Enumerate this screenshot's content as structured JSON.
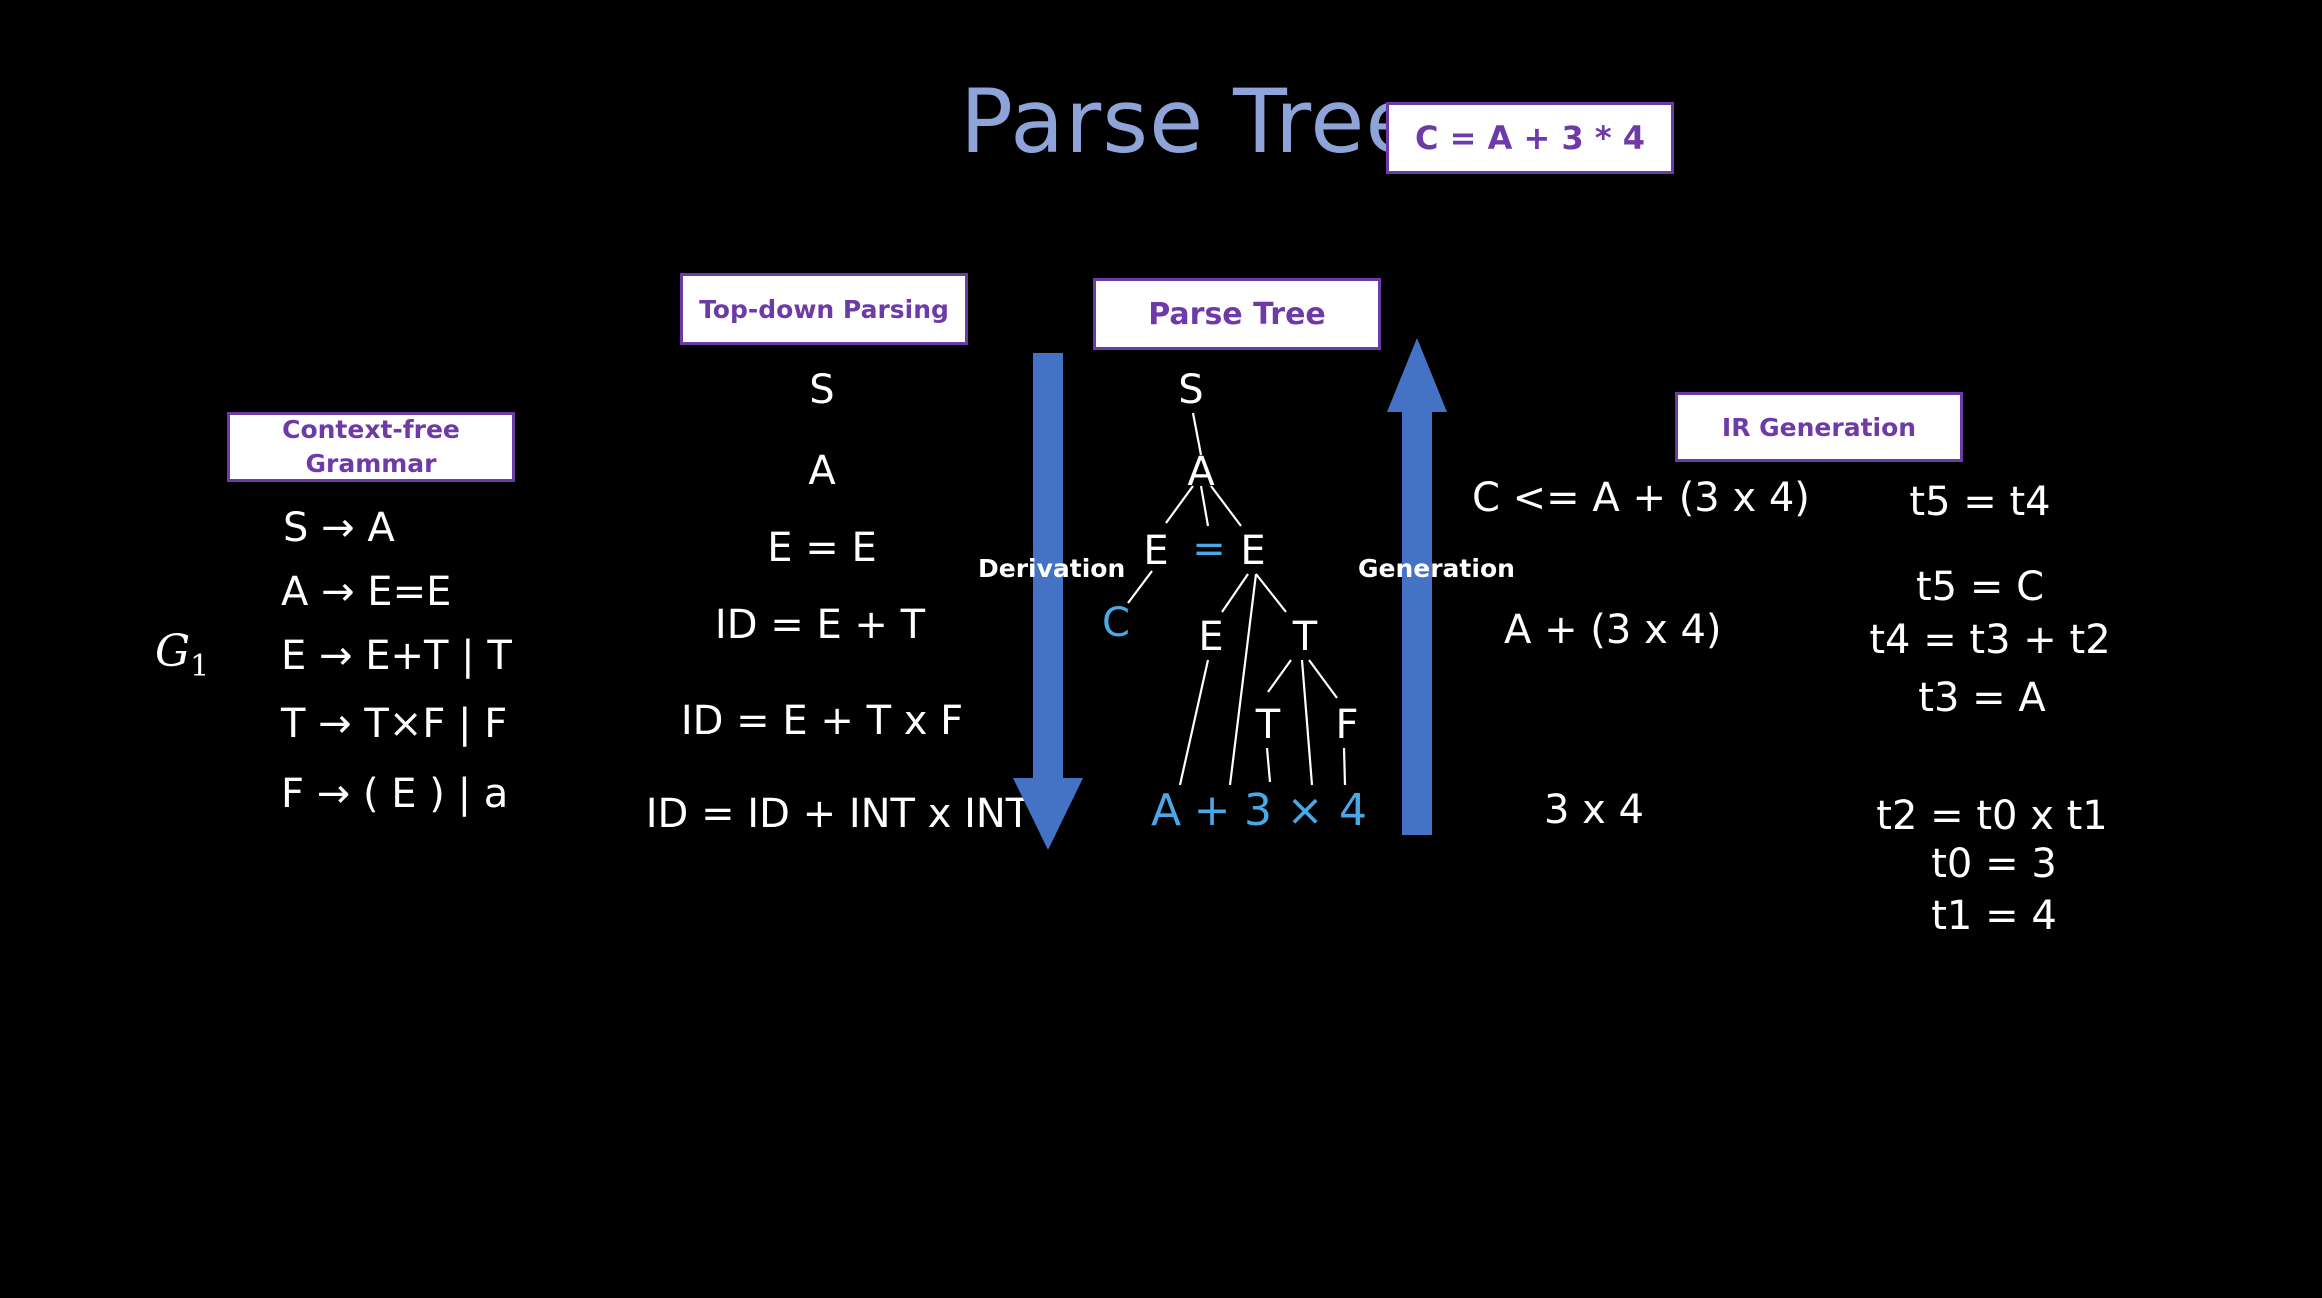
{
  "title": "Parse Tree",
  "expression_box": "C = A + 3 * 4",
  "boxes": {
    "cfg": "Context-free Grammar",
    "topdown": "Top-down Parsing",
    "parsetree": "Parse Tree",
    "ir": "IR Generation"
  },
  "grammar": {
    "name": "G",
    "name_sub": "1",
    "rules": [
      "S → A",
      "A → E=E",
      "E → E+T | T",
      "T → T×F | F",
      "F → ( E ) | a"
    ]
  },
  "derivation_steps": [
    "S",
    "A",
    "E = E",
    "ID = E + T",
    "ID = E + T x F",
    "ID = ID + INT x INT"
  ],
  "arrows": {
    "down_label": "Derivation",
    "up_label": "Generation",
    "color": "#4472c4"
  },
  "tree": {
    "nodes": {
      "S": "S",
      "A": "A",
      "E_left": "E",
      "eq": "=",
      "E_right": "E",
      "C": "C",
      "E_mid": "E",
      "T_top": "T",
      "T_low": "T",
      "F": "F",
      "leaf_A": "A",
      "leaf_plus": "+",
      "leaf_3": "3",
      "leaf_times": "×",
      "leaf_4": "4"
    },
    "leaf_color": "#4aa8e8"
  },
  "generation_steps": [
    "C  <=  A + (3  x  4)",
    "A  +  (3  x  4)",
    "3  x  4"
  ],
  "ir_code": [
    "t5 = t4",
    "t5 = C",
    "t4 = t3 + t2",
    "t3 = A",
    "t2 = t0 x t1",
    "t0  =  3",
    "t1  =  4"
  ]
}
